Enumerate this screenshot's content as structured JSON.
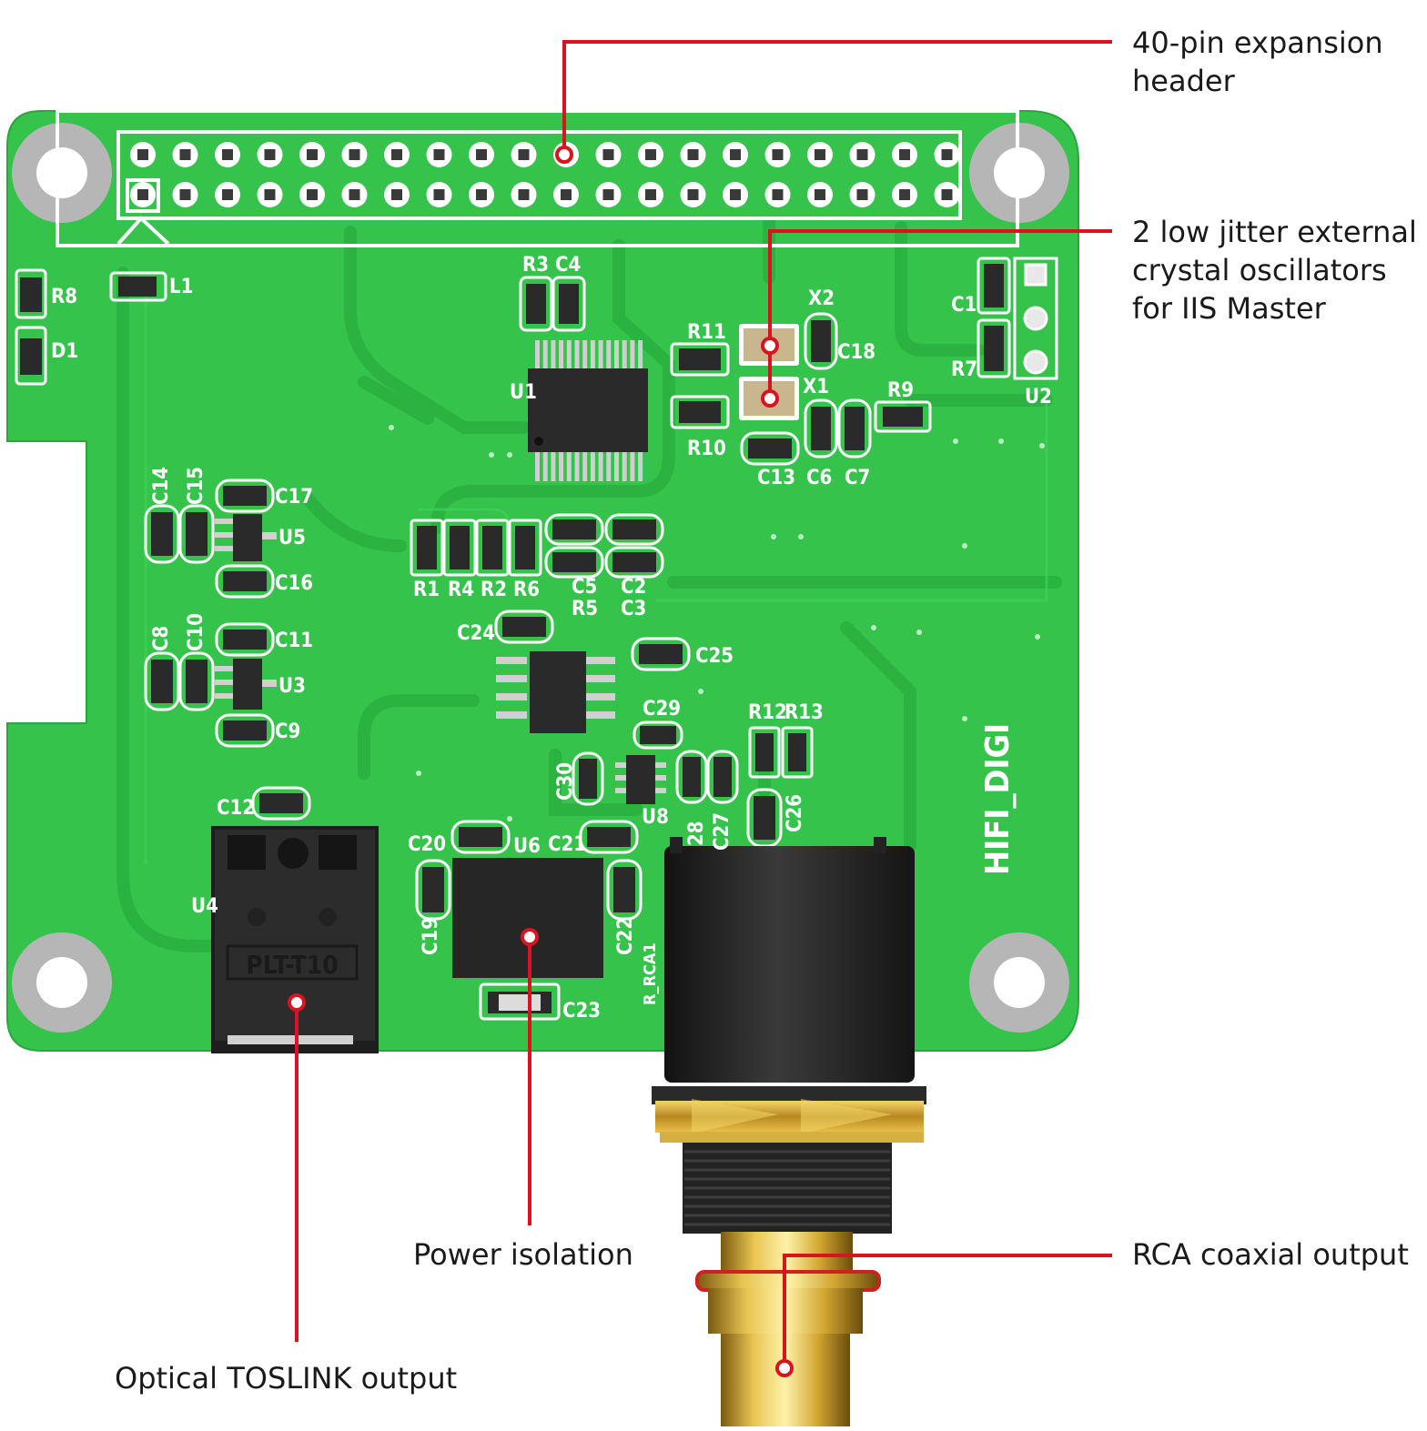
{
  "callouts": {
    "header": {
      "line1": "40-pin expansion",
      "line2": "header"
    },
    "oscillators": {
      "line1": "2 low jitter external",
      "line2": "crystal oscillators",
      "line3": "for IIS Master"
    },
    "power": {
      "line1": "Power isolation"
    },
    "rca": {
      "line1": "RCA coaxial output"
    },
    "toslink": {
      "line1": "Optical TOSLINK output"
    }
  },
  "board_text": {
    "name": "HIFI_DIGI",
    "rca_label": "R_RCA1",
    "toslink_part": "PLT-T10",
    "components": {
      "R8": "R8",
      "D1": "D1",
      "L1": "L1",
      "R3": "R3",
      "C4": "C4",
      "U1": "U1",
      "R11": "R11",
      "R10": "R10",
      "X2": "X2",
      "X1": "X1",
      "C18": "C18",
      "C13": "C13",
      "C6": "C6",
      "C7": "C7",
      "R9": "R9",
      "C1": "C1",
      "R7": "R7",
      "U2": "U2",
      "C14": "C14",
      "C15": "C15",
      "C17": "C17",
      "U5": "U5",
      "C16": "C16",
      "R1": "R1",
      "R4": "R4",
      "R2": "R2",
      "R6": "R6",
      "C5": "C5",
      "R5": "R5",
      "C2": "C2",
      "C3": "C3",
      "C24": "C24",
      "C25": "C25",
      "C8": "C8",
      "C10": "C10",
      "C11": "C11",
      "U3": "U3",
      "C9": "C9",
      "C29": "C29",
      "R12": "R12",
      "R13": "R13",
      "C30": "C30",
      "U8": "U8",
      "C28": "28",
      "C27": "C27",
      "C26": "C26",
      "C12": "C12",
      "U4": "U4",
      "C20": "C20",
      "U6": "U6",
      "C21": "C21",
      "C19": "C19",
      "C22": "C22",
      "C23": "C23"
    }
  },
  "colors": {
    "pcb": "#33c24b",
    "trace": "#2aab3f",
    "silkscreen": "#ffffff",
    "chip": "#2a2a2a",
    "gold": "#c9a12a",
    "callout_line": "#d9141e"
  }
}
